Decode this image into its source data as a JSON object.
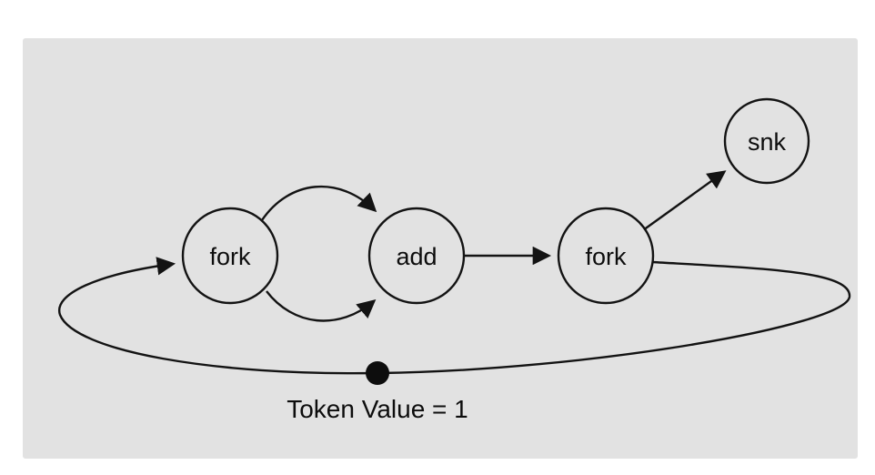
{
  "diagram": {
    "title": "dataflow-graph-with-feedback-token",
    "background_color": "#e2e2e2",
    "stroke_color": "#131313",
    "nodes": [
      {
        "id": "fork-1",
        "label": "fork"
      },
      {
        "id": "add",
        "label": "add"
      },
      {
        "id": "fork-2",
        "label": "fork"
      },
      {
        "id": "snk",
        "label": "snk"
      }
    ],
    "edges": [
      {
        "from": "fork-1",
        "to": "add",
        "style": "curved-top"
      },
      {
        "from": "fork-1",
        "to": "add",
        "style": "curved-bottom"
      },
      {
        "from": "add",
        "to": "fork-2",
        "style": "straight"
      },
      {
        "from": "fork-2",
        "to": "snk",
        "style": "diagonal"
      },
      {
        "from": "fork-2",
        "to": "fork-1",
        "style": "feedback-loop"
      }
    ],
    "token": {
      "label": "Token Value = 1",
      "value": 1
    }
  }
}
